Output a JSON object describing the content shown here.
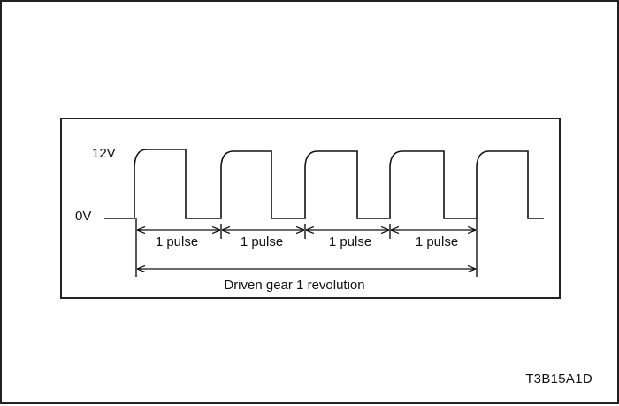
{
  "diagram": {
    "voltage_high_label": "12V",
    "voltage_low_label": "0V",
    "pulse_label": "1 pulse",
    "pulse_count": 4,
    "revolution_label": "Driven gear 1 revolution"
  },
  "figure_code": "T3B15A1D",
  "colors": {
    "line": "#111111",
    "background": "#ffffff"
  }
}
